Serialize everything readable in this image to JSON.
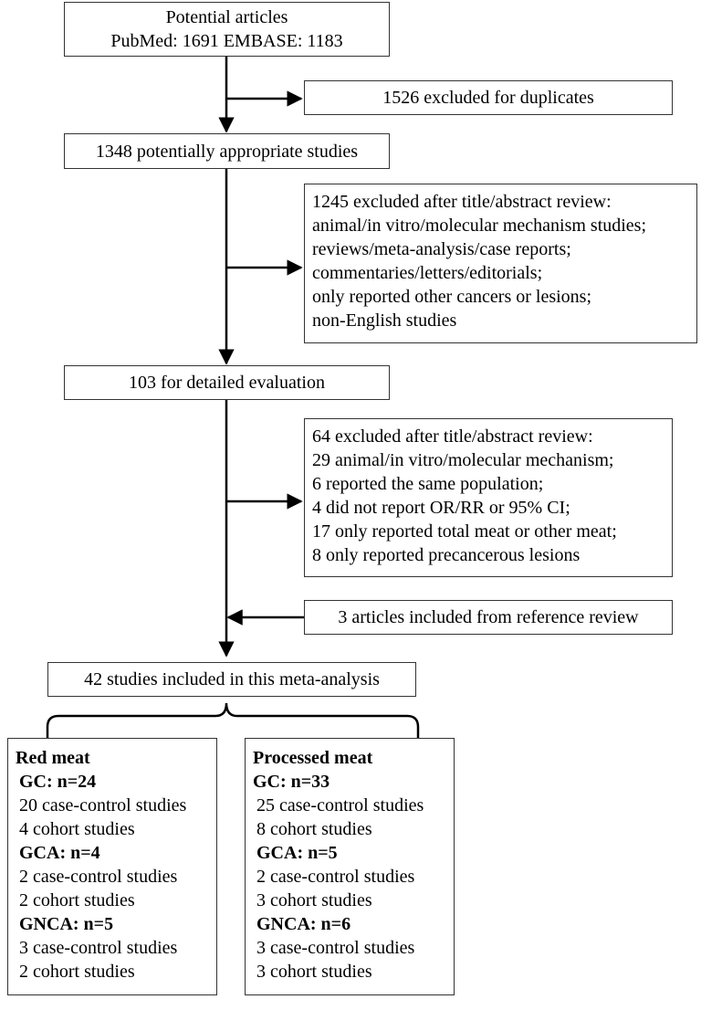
{
  "potential": {
    "line1": "Potential  articles",
    "line2": "PubMed: 1691 EMBASE: 1183"
  },
  "duplicates": "1526 excluded for duplicates",
  "appropriate": "1348 potentially appropriate studies",
  "exclusion1": [
    "1245 excluded after title/abstract review:",
    "animal/in vitro/molecular mechanism studies;",
    "reviews/meta-analysis/case reports;",
    "commentaries/letters/editorials;",
    "only reported other cancers or lesions;",
    "non-English studies"
  ],
  "detailed": "103 for detailed evaluation",
  "exclusion2": [
    "64 excluded after title/abstract review:",
    "29 animal/in vitro/molecular mechanism;",
    "6 reported the same population;",
    "4 did not report OR/RR or 95% CI;",
    "17 only reported total meat or other meat;",
    "8 only reported precancerous lesions"
  ],
  "reference": "3 articles included from reference review",
  "included": "42 studies included in this meta-analysis",
  "red_meat": {
    "title": "Red meat",
    "gc": "GC: n=24",
    "gc_cc": "20 case-control studies",
    "gc_co": "4 cohort studies",
    "gca": "GCA: n=4",
    "gca_cc": "2 case-control studies",
    "gca_co": "2 cohort studies",
    "gnca": "GNCA: n=5",
    "gnca_cc": "3 case-control studies",
    "gnca_co": "2 cohort studies"
  },
  "processed_meat": {
    "title": "Processed meat",
    "gc": "GC: n=33",
    "gc_cc": "25 case-control studies",
    "gc_co": "8 cohort studies",
    "gca": "GCA: n=5",
    "gca_cc": "2 case-control studies",
    "gca_co": "3 cohort studies",
    "gnca": "GNCA: n=6",
    "gnca_cc": "3 case-control studies",
    "gnca_co": "3 cohort studies"
  }
}
